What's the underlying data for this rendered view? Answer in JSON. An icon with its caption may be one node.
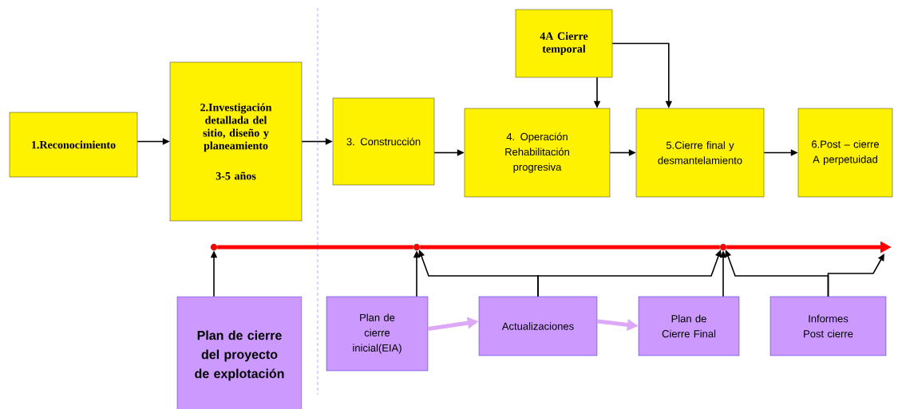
{
  "diagram": {
    "nodes": [
      {
        "text": [
          "1.Reconocimiento"
        ]
      },
      {
        "text": [
          "2.Investigación detallada del sitio, diseño y planeamiento",
          "3-5 años"
        ]
      },
      {
        "text": [
          "3. Construcción"
        ]
      },
      {
        "text": [
          "4A Cierre temporal"
        ]
      },
      {
        "text": [
          "4. Operación Rehabilitación progresiva"
        ]
      },
      {
        "text": [
          "5.Cierre final y desmantelamiento"
        ]
      },
      {
        "text": [
          "6.Post – cierre A perpetuidad"
        ]
      },
      {
        "text": [],
        "shape": "circle"
      },
      {
        "text": [],
        "shape": "circle"
      },
      {
        "text": [],
        "shape": "circle"
      },
      {
        "text": [
          "Plan de cierre del proyecto de explotación"
        ]
      },
      {
        "text": [
          "Plan de cierre inicial(EIA)"
        ]
      },
      {
        "text": [
          "Actualizaciones"
        ]
      },
      {
        "text": [
          "Plan de Cierre Final"
        ]
      },
      {
        "text": [
          "Informes Post cierre"
        ]
      }
    ],
    "edges": [
      {
        "from": 0,
        "to": 1,
        "arrow": "to"
      },
      {
        "from": 1,
        "to": 2,
        "arrow": "to"
      },
      {
        "from": 2,
        "to": 4,
        "arrow": "to"
      },
      {
        "from": 4,
        "to": 5,
        "arrow": "to"
      },
      {
        "from": 5,
        "to": 6,
        "arrow": "to"
      },
      {
        "from": 3,
        "to": 4,
        "arrow": "to"
      },
      {
        "from": 3,
        "to": 5,
        "arrow": "to"
      },
      {
        "from": 10,
        "to": 7,
        "arrow": "to"
      },
      {
        "from": 11,
        "to": 8,
        "arrow": "to"
      },
      {
        "from": 13,
        "to": 9,
        "arrow": "to"
      },
      {
        "from": 12,
        "to": 8,
        "arrow": "to"
      },
      {
        "from": 12,
        "to": 9,
        "arrow": "to"
      },
      {
        "from": 14,
        "to": 9,
        "arrow": "to"
      },
      {
        "from": 14,
        "to": null,
        "arrow": "to"
      },
      {
        "from": 11,
        "to": 12,
        "arrow": "to",
        "style": "thick",
        "color": "#dda8f8"
      },
      {
        "from": 12,
        "to": 13,
        "arrow": "to",
        "style": "thick",
        "color": "#dda8f8"
      },
      {
        "from": 7,
        "to": 8,
        "arrow": "none",
        "style": "thick",
        "color": "#ff0000"
      },
      {
        "from": 8,
        "to": 9,
        "arrow": "none",
        "style": "thick",
        "color": "#ff0000"
      },
      {
        "from": 9,
        "to": null,
        "arrow": "to",
        "style": "thick",
        "color": "#ff0000"
      }
    ]
  }
}
